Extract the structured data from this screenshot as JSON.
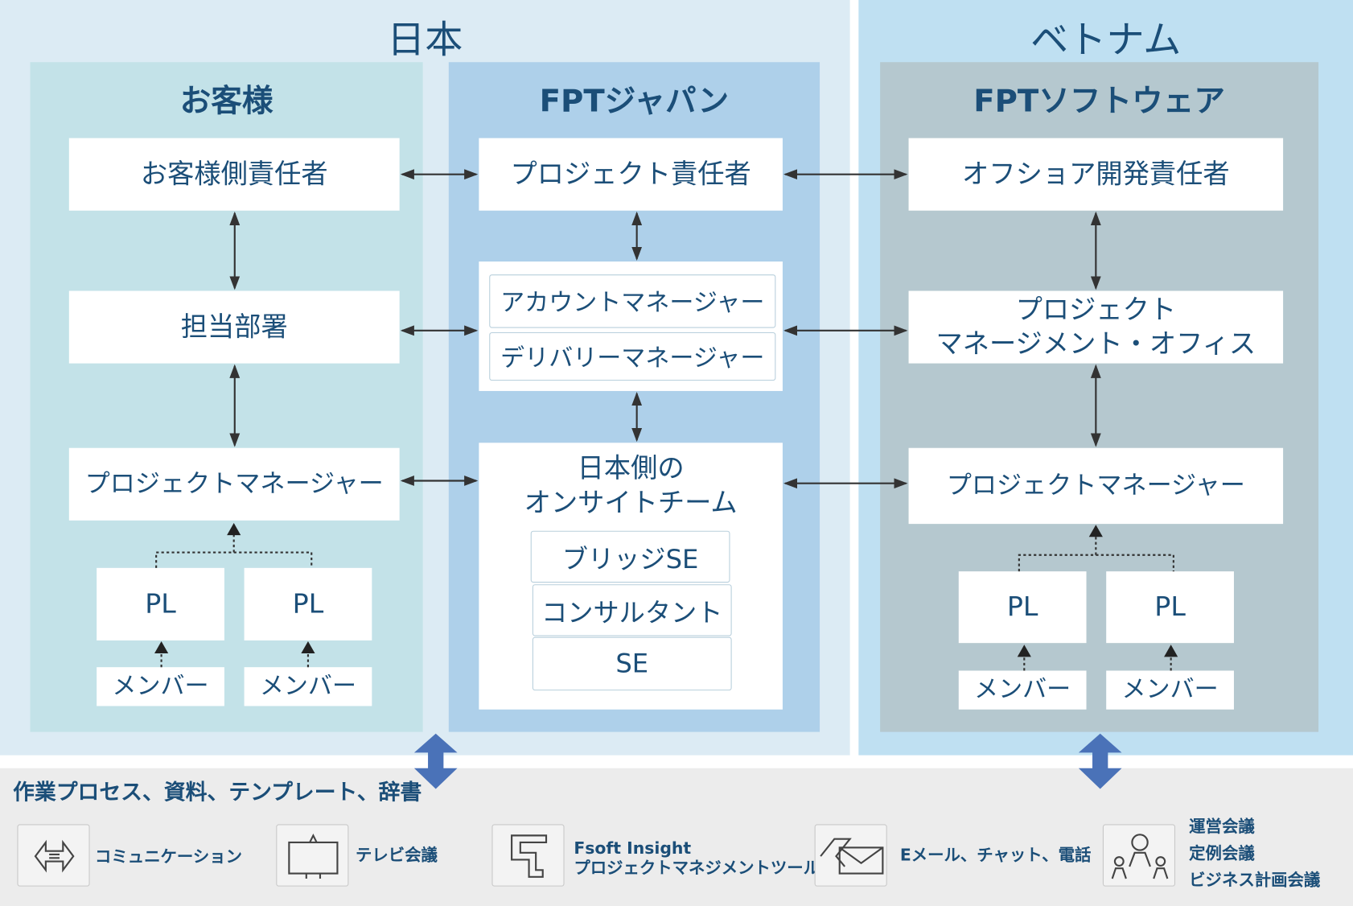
{
  "regions": {
    "japan": "日本",
    "vietnam": "ベトナム"
  },
  "columns": {
    "customer": "お客様",
    "fpt_japan": "FPTジャパン",
    "fpt_software": "FPTソフトウェア"
  },
  "customer": {
    "manager": "お客様側責任者",
    "department": "担当部署",
    "pm": "プロジェクトマネージャー",
    "pl1": "PL",
    "pl2": "PL",
    "member1": "メンバー",
    "member2": "メンバー"
  },
  "fpt_japan": {
    "owner": "プロジェクト責任者",
    "account_manager": "アカウントマネージャー",
    "delivery_manager": "デリバリーマネージャー",
    "onsite_line1": "日本側の",
    "onsite_line2": "オンサイトチーム",
    "bridge_se": "ブリッジSE",
    "consultant": "コンサルタント",
    "se": "SE"
  },
  "fpt_software": {
    "owner": "オフショア開発責任者",
    "pmo_line1": "プロジェクト",
    "pmo_line2": "マネージメント・オフィス",
    "pm": "プロジェクトマネージャー",
    "pl1": "PL",
    "pl2": "PL",
    "member1": "メンバー",
    "member2": "メンバー"
  },
  "bottom": {
    "title": "作業プロセス、資料、テンプレート、辞書",
    "tools": [
      {
        "icon": "exchange-arrows-icon",
        "label": "コミュニケーション"
      },
      {
        "icon": "monitor-icon",
        "label": "テレビ会議"
      },
      {
        "icon": "fsoft-insight-icon",
        "label": "Fsoft Insight",
        "label2": "プロジェクトマネジメントツール"
      },
      {
        "icon": "mail-chat-icon",
        "label": "Eメール、チャット、電話"
      },
      {
        "icon": "people-icon",
        "label": "運営会議",
        "label2": "定例会議",
        "label3": "ビジネス計画会議"
      }
    ]
  },
  "colors": {
    "japan_bg": "#dcebf4",
    "vietnam_bg": "#bfe0f2",
    "customer_bg": "#c3e2e8",
    "fpt_japan_bg": "#aed0ea",
    "fpt_software_bg": "#b5c8cf",
    "text": "#1b4e78",
    "arrow_blue": "#4a72b8"
  }
}
